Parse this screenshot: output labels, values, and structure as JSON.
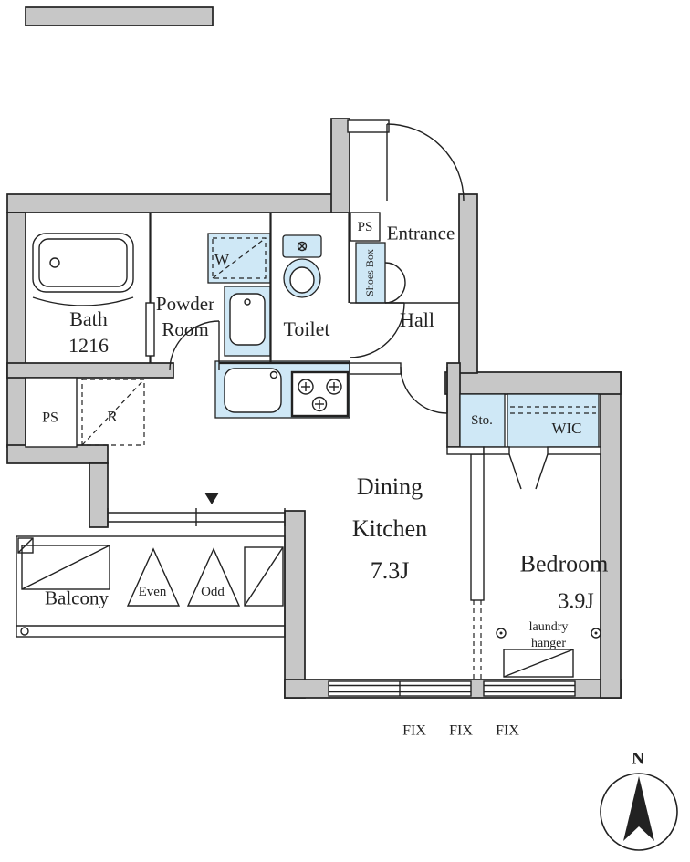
{
  "colors": {
    "fixture_blue": "#cfe8f6",
    "wall_gray": "#c7c7c7",
    "line_black": "#222222"
  },
  "rooms": {
    "bath": {
      "name": "Bath",
      "size": "1216"
    },
    "powder": {
      "line1": "Powder",
      "line2": "Room"
    },
    "toilet": {
      "name": "Toilet"
    },
    "entrance": {
      "name": "Entrance"
    },
    "hall": {
      "name": "Hall"
    },
    "dining_kitchen": {
      "line1": "Dining",
      "line2": "Kitchen",
      "size": "7.3J"
    },
    "bedroom": {
      "name": "Bedroom",
      "size": "3.9J"
    },
    "balcony": {
      "name": "Balcony"
    },
    "wic": {
      "name": "WIC"
    },
    "storage": {
      "name": "Sto."
    }
  },
  "fixtures": {
    "washing_machine": "W",
    "refrigerator": "R",
    "shoes_box": "Shoes Box",
    "pipe_space_top": "PS",
    "pipe_space_bottom": "PS"
  },
  "annotations": {
    "even": "Even",
    "odd": "Odd",
    "laundry_hanger": {
      "line1": "laundry",
      "line2": "hanger"
    },
    "fix_windows": [
      "FIX",
      "FIX",
      "FIX"
    ],
    "compass_north": "N"
  }
}
